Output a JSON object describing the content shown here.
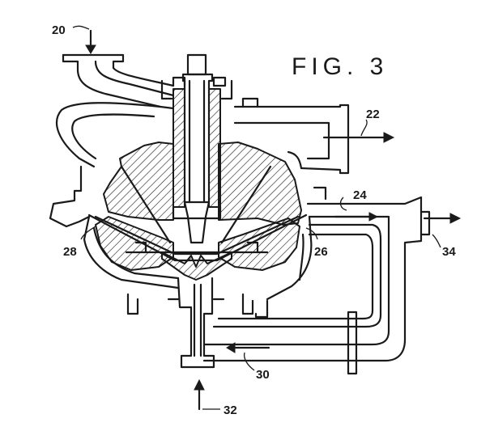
{
  "figure": {
    "title": "FIG. 3",
    "labels": {
      "l20": "20",
      "l22": "22",
      "l24": "24",
      "l26": "26",
      "l28": "28",
      "l30": "30",
      "l32": "32",
      "l34": "34"
    }
  }
}
